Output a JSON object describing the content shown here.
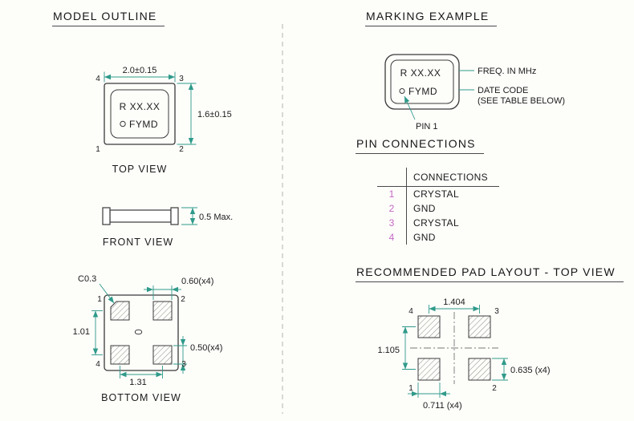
{
  "sections": {
    "model_outline": "MODEL OUTLINE",
    "marking_example": "MARKING EXAMPLE",
    "pin_connections": "PIN CONNECTIONS",
    "pad_layout": "RECOMMENDED PAD LAYOUT - TOP VIEW"
  },
  "top_view": {
    "width_dim": "2.0±0.15",
    "height_dim": "1.6±0.15",
    "marking_line1": "R XX.XX",
    "marking_line2": "FYMD",
    "pin_top_left": "4",
    "pin_top_right": "3",
    "pin_bottom_left": "1",
    "pin_bottom_right": "2",
    "caption": "TOP VIEW"
  },
  "front_view": {
    "height_dim": "0.5 Max.",
    "caption": "FRONT VIEW"
  },
  "bottom_view": {
    "chamfer_dim": "C0.3",
    "pad_width_dim": "0.60(x4)",
    "vertical_pitch_dim": "1.01",
    "pad_height_dim": "0.50(x4)",
    "horizontal_pitch_dim": "1.31",
    "pin_top_left": "1",
    "pin_top_right": "2",
    "pin_bottom_left": "4",
    "pin_bottom_right": "3",
    "caption": "BOTTOM VIEW"
  },
  "marking_example": {
    "line1": "R XX.XX",
    "line2": "FYMD",
    "freq_callout": "FREQ. IN MHz",
    "date_callout_line1": "DATE CODE",
    "date_callout_line2": "(SEE TABLE BELOW)",
    "pin1_callout": "PIN 1"
  },
  "pin_connections": {
    "header": "CONNECTIONS",
    "rows": [
      {
        "pin": "1",
        "connection": "CRYSTAL"
      },
      {
        "pin": "2",
        "connection": "GND"
      },
      {
        "pin": "3",
        "connection": "CRYSTAL"
      },
      {
        "pin": "4",
        "connection": "GND"
      }
    ]
  },
  "pad_layout": {
    "horizontal_pitch_dim": "1.404",
    "vertical_pitch_dim": "1.105",
    "pad_height_dim": "0.635 (x4)",
    "pad_width_dim": "0.711 (x4)",
    "pin_top_left": "4",
    "pin_top_right": "3",
    "pin_bottom_left": "1",
    "pin_bottom_right": "2"
  },
  "colors": {
    "dimension_line": "#2f9a8a",
    "pin_number": "#c668c6",
    "outline": "#3a3a3a",
    "hatch": "#8a8a8a"
  }
}
